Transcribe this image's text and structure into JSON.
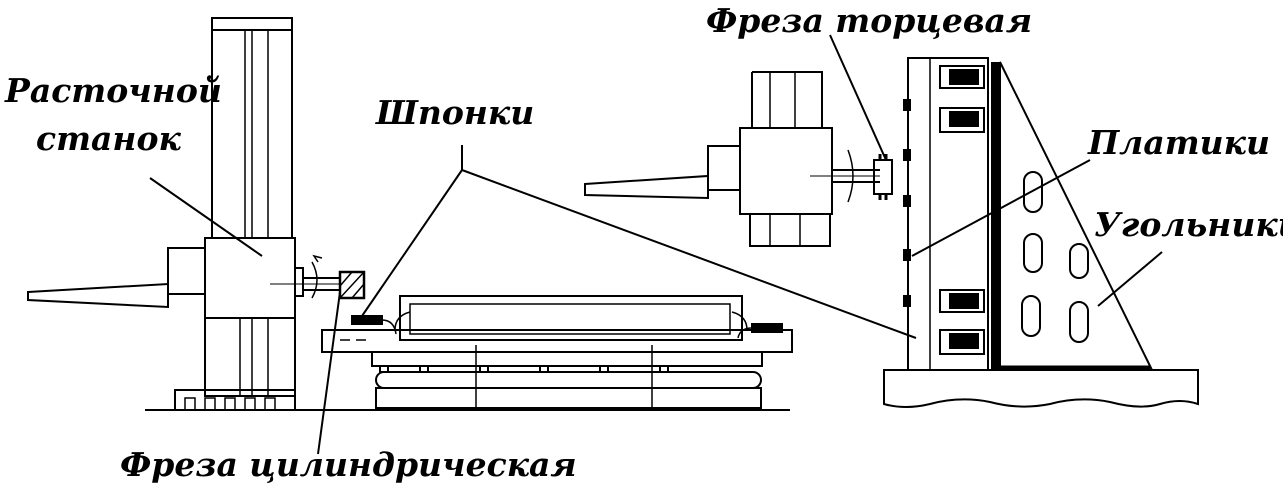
{
  "labels": {
    "boring_machine_line1": "Расточной",
    "boring_machine_line2": "станок",
    "keys": "Шпонки",
    "face_mill": "Фреза торцевая",
    "pads": "Платики",
    "angle_plates": "Угольники",
    "cylindrical_mill": "Фреза цилиндрическая"
  },
  "colors": {
    "ink": "#000000",
    "paper": "#ffffff"
  }
}
